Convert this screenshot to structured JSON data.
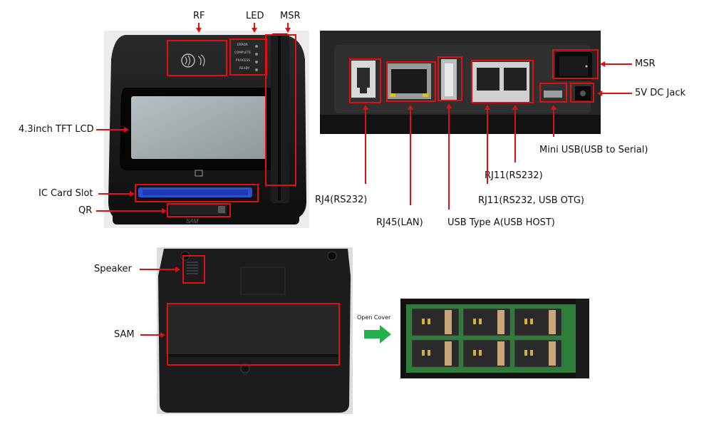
{
  "labels": {
    "rf": "RF",
    "led": "LED",
    "msr_top": "MSR",
    "lcd": "4.3inch TFT LCD",
    "ic_card_slot": "IC Card Slot",
    "qr": "QR",
    "msr_right": "MSR",
    "dc_jack": "5V DC Jack",
    "mini_usb": "Mini USB(USB to Serial)",
    "rj11_rs232": "RJ11(RS232)",
    "rj11_otg": "RJ11(RS232, USB OTG)",
    "rj4": "RJ4(RS232)",
    "rj45": "RJ45(LAN)",
    "usb_a": "USB Type A(USB HOST)",
    "speaker": "Speaker",
    "sam": "SAM",
    "open_cover": "Open Cover"
  },
  "led_panel": {
    "items": [
      "ERROR",
      "COMPLETE",
      "PROCESS",
      "READY"
    ]
  },
  "icons": {
    "contactless": "contactless-icon",
    "arrow": "arrow-right-icon"
  },
  "colors": {
    "callout": "#e01010",
    "open_cover_arrow": "#22b24c",
    "ic_slot": "#2d4fd6",
    "device_body": "#1a1a1a",
    "pcb": "#2e7d3a"
  }
}
